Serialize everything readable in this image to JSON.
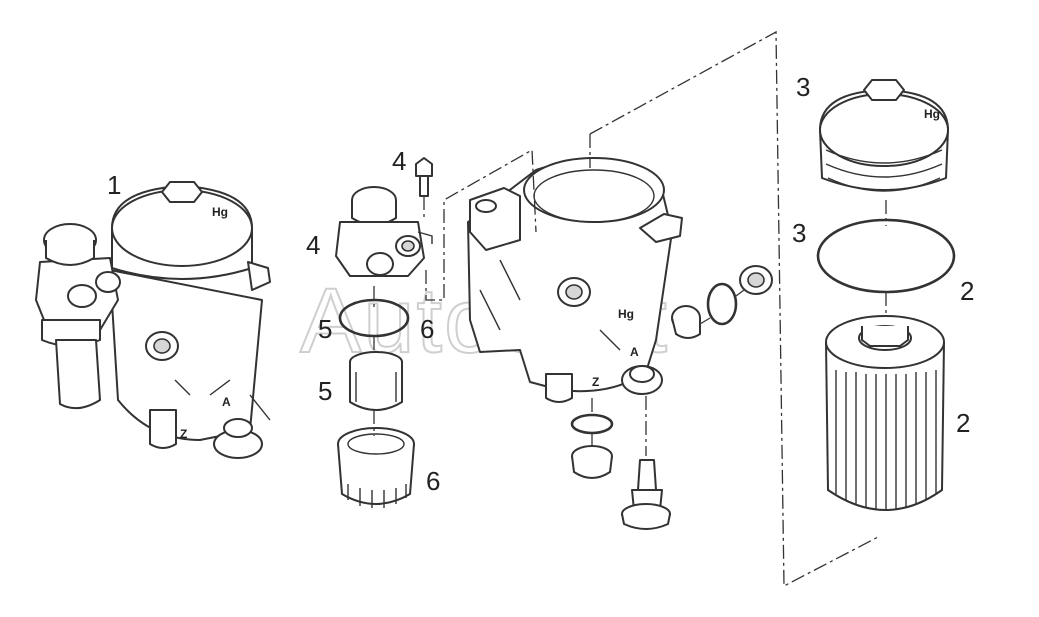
{
  "watermark": "AutoSoft",
  "callouts": {
    "c1": "1",
    "c2a": "2",
    "c2b": "2",
    "c3a": "3",
    "c3b": "3",
    "c4a": "4",
    "c4b": "4",
    "c5a": "5",
    "c5b": "5",
    "c6a": "6",
    "c6b": "6"
  },
  "housing_marks": {
    "z_left": "Z",
    "a_left": "A",
    "z_right": "Z",
    "a_right": "A"
  }
}
